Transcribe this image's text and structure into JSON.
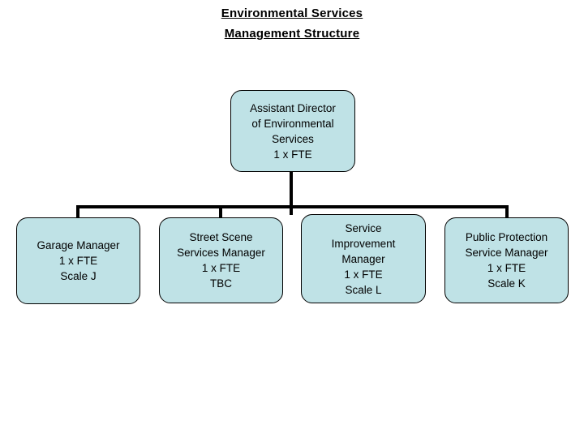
{
  "page": {
    "background_color": "#ffffff",
    "box_fill_color": "#bfe2e6",
    "box_border_color": "#000000",
    "connector_color": "#000000",
    "text_color": "#000000"
  },
  "title": {
    "line1": "Environmental Services",
    "line2": "Management Structure"
  },
  "org_chart": {
    "root": {
      "name": "assistant-director",
      "lines": [
        "Assistant Director",
        "of Environmental",
        "Services",
        "1 x FTE"
      ]
    },
    "children": [
      {
        "name": "garage-manager",
        "lines": [
          "Garage Manager",
          "1 x FTE",
          "Scale J"
        ]
      },
      {
        "name": "street-scene-services-manager",
        "lines": [
          "Street Scene",
          "Services Manager",
          "1 x FTE",
          "TBC"
        ]
      },
      {
        "name": "service-improvement-manager",
        "lines": [
          "Service",
          "Improvement",
          "Manager",
          "1 x FTE",
          "Scale L"
        ]
      },
      {
        "name": "public-protection-service-manager",
        "lines": [
          "Public Protection",
          "Service Manager",
          "1 x FTE",
          "Scale K"
        ]
      }
    ]
  }
}
